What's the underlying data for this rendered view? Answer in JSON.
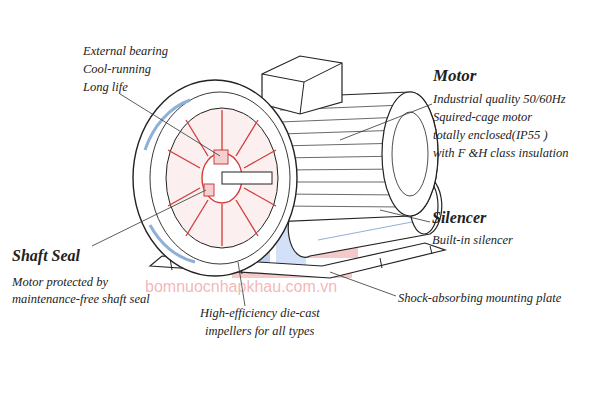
{
  "diagram": {
    "labels": [
      "External bearing",
      "Cool-running",
      "Long life",
      "Motor",
      "Industrial quality 50/60Hz",
      "Squired-cage motor",
      "totally enclosed(IP55 )",
      "with F &H class insulation",
      "Silencer",
      "Built-in silencer",
      "Shaft Seal",
      "Motor protected by",
      "maintenance-free shaft seal",
      "High-efficiency die-cast",
      "impellers for all types",
      "Shock-absorbing mounting plate",
      "bomnuocnhapkhau.com.vn"
    ]
  }
}
